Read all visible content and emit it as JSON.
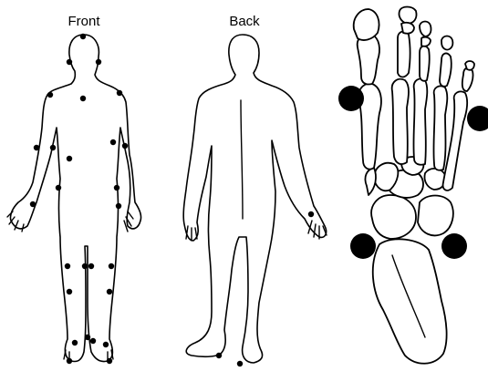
{
  "panels": {
    "front": {
      "label": "Front"
    },
    "back": {
      "label": "Back"
    }
  },
  "colors": {
    "marker": "#000000",
    "outline": "#000000",
    "background": "#ffffff"
  },
  "markers": {
    "front": [
      {
        "name": "marker-front-head-top"
      },
      {
        "name": "marker-front-left-temple"
      },
      {
        "name": "marker-front-right-temple"
      },
      {
        "name": "marker-front-sternum"
      },
      {
        "name": "marker-front-left-shoulder"
      },
      {
        "name": "marker-front-right-shoulder"
      },
      {
        "name": "marker-front-left-elbow"
      },
      {
        "name": "marker-front-right-elbow"
      },
      {
        "name": "marker-front-left-forearm"
      },
      {
        "name": "marker-front-right-forearm"
      },
      {
        "name": "marker-front-abdomen"
      },
      {
        "name": "marker-front-left-hip"
      },
      {
        "name": "marker-front-right-hip"
      },
      {
        "name": "marker-front-left-wrist"
      },
      {
        "name": "marker-front-right-wrist"
      },
      {
        "name": "marker-front-left-knee-outer"
      },
      {
        "name": "marker-front-left-knee-inner"
      },
      {
        "name": "marker-front-right-knee-inner"
      },
      {
        "name": "marker-front-right-knee-outer"
      },
      {
        "name": "marker-front-left-shin"
      },
      {
        "name": "marker-front-right-shin"
      },
      {
        "name": "marker-front-left-ankle-outer"
      },
      {
        "name": "marker-front-left-ankle-inner"
      },
      {
        "name": "marker-front-right-ankle-inner"
      },
      {
        "name": "marker-front-right-ankle-outer"
      },
      {
        "name": "marker-front-left-toe"
      },
      {
        "name": "marker-front-right-toe"
      }
    ],
    "back": [
      {
        "name": "marker-back-right-hand"
      },
      {
        "name": "marker-back-left-heel"
      },
      {
        "name": "marker-back-right-heel"
      }
    ],
    "foot": [
      {
        "name": "marker-foot-first-mtp"
      },
      {
        "name": "marker-foot-fifth-mtp"
      },
      {
        "name": "marker-foot-medial-navicular"
      },
      {
        "name": "marker-foot-lateral-cuboid"
      }
    ]
  }
}
